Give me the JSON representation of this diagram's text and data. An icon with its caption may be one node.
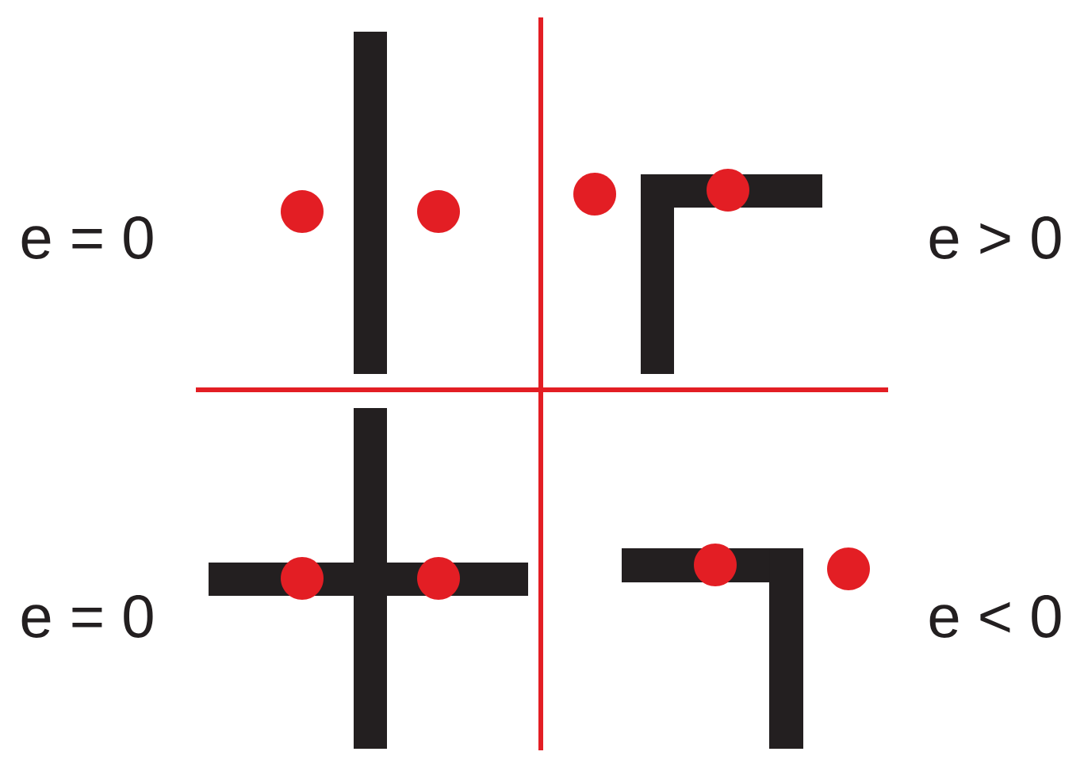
{
  "diagram": {
    "labels": [
      "e = 0",
      "e > 0",
      "e = 0",
      "e < 0"
    ]
  }
}
